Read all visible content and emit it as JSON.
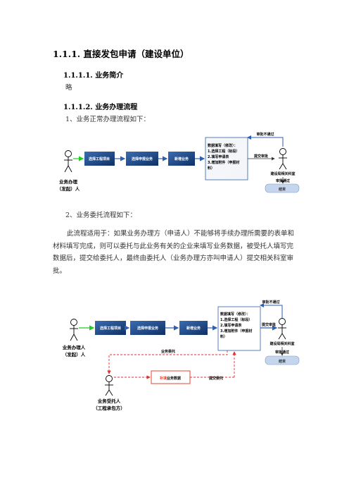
{
  "section": {
    "title": "1.1.1. 直接发包申请（建设单位）",
    "intro_heading": "1.1.1.1. 业务简介",
    "intro_text": "略",
    "flow_heading": "1.1.1.2. 业务办理流程",
    "normal_flow_caption": "1、业务正常办理流程如下：",
    "delegate_flow_caption": "2、业务委托流程如下：",
    "delegate_paragraph": "此流程适用于：如果业务办理方（申请人）不能够将手续办理所需要的表单和材料填写完成，则可以委托与此业务有关的企业来填写业务数据，被受托人填写完数据后，提交给委托人，最终由委托人（业务办理方亦叫申请人）提交相关科室审批。"
  },
  "diagram1": {
    "actor_label_1": "业务办理",
    "actor_label_2": "（发起）人",
    "box_select_project": "选择工程项目",
    "box_select_business": "选择申报业务",
    "box_new_business": "新增业务",
    "data_box_lines": [
      "数据填写（修改）：",
      "1.选择工程（标段）",
      "2.填写申请表",
      "3.增加附件（申报材",
      "料）"
    ],
    "submit_label": "提交审批",
    "reject_label": "审批不通过",
    "reviewer_label": "建设局相关科室",
    "approve_label": "审批通过",
    "end_label": "结束"
  },
  "diagram2": {
    "actor_label_1": "业务办理人",
    "actor_label_2": "（发起）人",
    "box_select_project": "选择工程项目",
    "box_select_business": "选择申报业务",
    "box_new_business": "新增业务",
    "data_box_lines": [
      "数据填写（修改）：",
      "1.选择工程（标段）",
      "2.填写申请表",
      "3.增加附件（申报材",
      "料）"
    ],
    "submit_label": "提交审批",
    "reject_label": "审批不通过",
    "reviewer_label": "建设局相关科室",
    "approve_label": "审批通过",
    "end_label": "结束",
    "delegate_label": "业务委托",
    "supplement_prefix": "补填",
    "supplement_suffix": "业务数据",
    "submit_delegate_label": "提交委托",
    "delegate_actor_1": "业务受托人",
    "delegate_actor_2": "（工程承包方）"
  },
  "colors": {
    "box_fill": "#1f4e8c",
    "flow_arrow": "#2f5fb0",
    "green_arrow": "#22cc22",
    "red_line": "#e03030",
    "supplement_text": "#e8442f",
    "end_box": "#c6d5ee"
  }
}
